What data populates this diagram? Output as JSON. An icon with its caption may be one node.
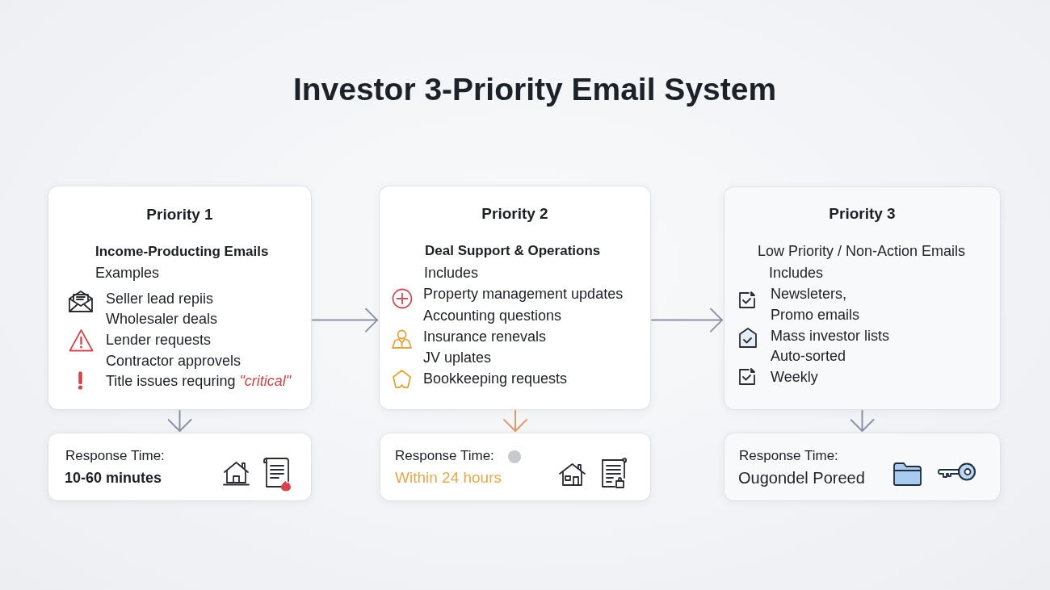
{
  "diagram": {
    "title": "Investor 3-Priority Email System",
    "nodes": [
      {
        "text": [
          "Priority 1",
          "Income-Producting Emails",
          "Examples",
          "Seller lead repiis",
          "Wholesaler deals",
          "Lender requests",
          "Contractor approvels",
          "Title issues requring *\"critical\"*"
        ]
      },
      {
        "text": [
          "Priority 2",
          "Deal Support & Operations",
          "Includes",
          "Property management updates",
          "Accounting questions",
          "Insurance renevals",
          "JV uplates",
          "Bookkeeping requests"
        ]
      },
      {
        "text": [
          "Priority 3",
          "Low Priority / Non-Action Emails",
          "Includes",
          "Newsleters,",
          "Promo emails",
          "Mass investor lists",
          "Auto-sorted",
          "Weekly"
        ]
      },
      {
        "text": [
          "Response Time:",
          "10-60 minutes"
        ]
      },
      {
        "text": [
          "Response Time:",
          "Within 24 hours"
        ]
      },
      {
        "text": [
          "Response Time:",
          "Ougondel Poreed"
        ]
      }
    ],
    "edges": [
      {
        "from": 0,
        "to": 1,
        "arrow": "to"
      },
      {
        "from": 1,
        "to": 2,
        "arrow": "to"
      },
      {
        "from": 0,
        "to": 3,
        "arrow": "to"
      },
      {
        "from": 1,
        "to": 4,
        "arrow": "to",
        "color": "#e39a6b"
      },
      {
        "from": 2,
        "to": 5,
        "arrow": "to"
      }
    ]
  }
}
